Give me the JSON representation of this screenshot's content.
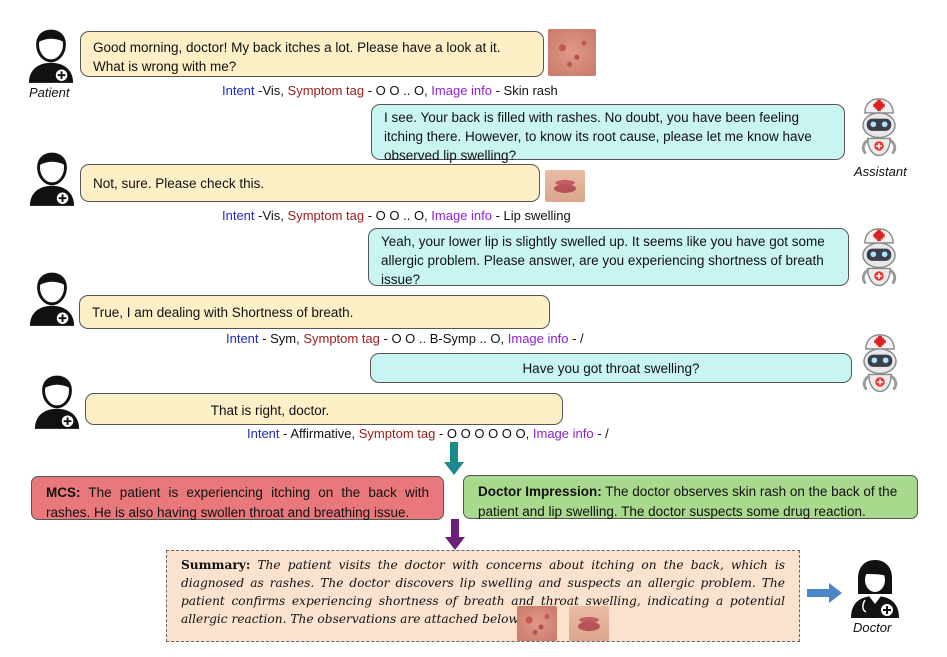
{
  "roles": {
    "patient": "Patient",
    "assistant": "Assistant",
    "doctor": "Doctor"
  },
  "turns": [
    {
      "speaker": "patient",
      "text": "Good morning, doctor! My back itches a lot. Please have a look at it. What is wrong with me?",
      "image": "back-rash-photo",
      "intent": "Intent",
      "intent_value": " -Vis, ",
      "symptom": "Symptom tag",
      "symptom_value": " - O O .. O, ",
      "imageinfo": "Image info",
      "imageinfo_value": " - Skin rash"
    },
    {
      "speaker": "assistant",
      "text": "I see. Your back is filled with rashes. No doubt, you have been feeling itching there. However, to know its root cause, please let me know have observed lip swelling?"
    },
    {
      "speaker": "patient",
      "text": "Not, sure. Please check this.",
      "image": "swollen-lip-photo",
      "intent": "Intent",
      "intent_value": " -Vis, ",
      "symptom": "Symptom tag",
      "symptom_value": " - O O .. O, ",
      "imageinfo": "Image info",
      "imageinfo_value": " - Lip swelling"
    },
    {
      "speaker": "assistant",
      "text": "Yeah, your lower lip is slightly swelled up. It seems like you have got some allergic problem. Please answer, are you experiencing shortness of breath issue?"
    },
    {
      "speaker": "patient",
      "text": "True, I am dealing with Shortness of breath.",
      "intent": "Intent",
      "intent_value": " - Sym, ",
      "symptom": "Symptom tag",
      "symptom_value": " - O O .. B-Symp .. O, ",
      "imageinfo": "Image info",
      "imageinfo_value": " - /"
    },
    {
      "speaker": "assistant",
      "text": "Have you got throat swelling?"
    },
    {
      "speaker": "patient",
      "text": "That is right, doctor.",
      "intent": "Intent",
      "intent_value": " - Affirmative, ",
      "symptom": "Symptom tag",
      "symptom_value": " - O O O O O O, ",
      "imageinfo": "Image info",
      "imageinfo_value": " - /"
    }
  ],
  "mcs": {
    "label": "MCS:",
    "text": " The patient is experiencing itching on the back with rashes. He is also having swollen throat and breathing issue."
  },
  "doctor_impression": {
    "label": "Doctor Impression:",
    "text": "  The doctor observes skin rash on the back of the patient and lip swelling. The doctor suspects some drug reaction."
  },
  "summary": {
    "label": "Summary:",
    "text": " The patient visits the doctor with concerns about itching on the back, which is diagnosed as rashes. The doctor discovers lip swelling and suspects an allergic problem. The patient confirms experiencing shortness of breath and throat swelling, indicating a potential allergic reaction. The observations are attached below."
  },
  "colors": {
    "patient_bubble": "#fdefc6",
    "assistant_bubble": "#c9f5f1",
    "mcs": "#e8787c",
    "doctor_impression": "#a9d98c",
    "summary": "#fae2ce",
    "intent": "#1f2bc4",
    "symptom": "#9b1b1b",
    "imageinfo": "#8a1fd6",
    "arrow_teal": "#1a8a8c",
    "arrow_purple": "#6b1f7a",
    "arrow_blue": "#4a86c8"
  }
}
